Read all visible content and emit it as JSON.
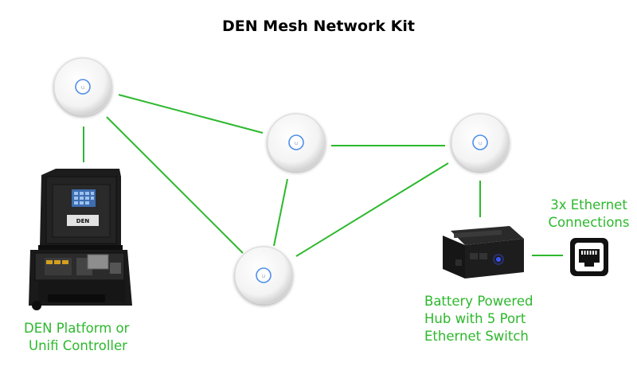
{
  "title": "DEN Mesh Network Kit",
  "colors": {
    "link": "#2db82d",
    "label": "#2db82d",
    "title": "#000000",
    "ap_led": "#4f8fe8"
  },
  "nodes": {
    "ap_1": {
      "icon": "access-point-icon"
    },
    "ap_2": {
      "icon": "access-point-icon"
    },
    "ap_3": {
      "icon": "access-point-icon"
    },
    "ap_4": {
      "icon": "access-point-icon"
    },
    "platform": {
      "icon": "rolling-case-icon",
      "label_lines": [
        "DEN Platform or",
        "Unifi Controller"
      ],
      "case_badge": "DEN"
    },
    "hub": {
      "icon": "battery-hub-case-icon",
      "label_lines": [
        "Battery Powered",
        "Hub with 5 Port",
        "Ethernet Switch"
      ]
    },
    "ethernet": {
      "icon": "ethernet-port-icon",
      "label_lines": [
        "3x Ethernet",
        "Connections"
      ]
    }
  },
  "links": [
    [
      "platform",
      "ap_1"
    ],
    [
      "ap_1",
      "ap_2"
    ],
    [
      "ap_1",
      "ap_4"
    ],
    [
      "ap_2",
      "ap_3"
    ],
    [
      "ap_2",
      "ap_4"
    ],
    [
      "ap_3",
      "ap_4"
    ],
    [
      "ap_3",
      "hub"
    ],
    [
      "hub",
      "ethernet"
    ]
  ]
}
